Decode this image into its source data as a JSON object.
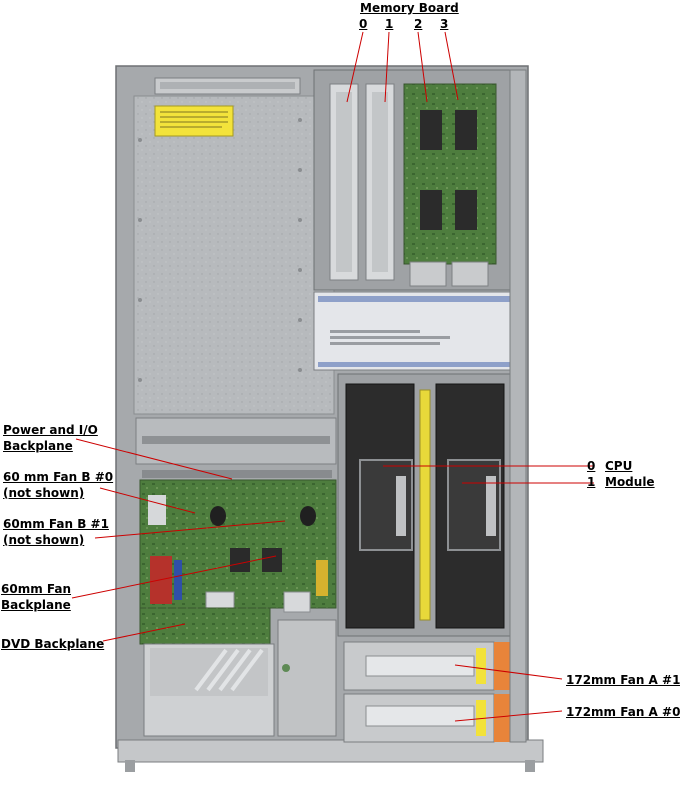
{
  "memory": {
    "title": "Memory Board",
    "slots": [
      "0",
      "1",
      "2",
      "3"
    ]
  },
  "callouts": {
    "power_io": [
      "Power and I/O",
      "Backplane"
    ],
    "fan_b0": [
      "60 mm Fan B #0",
      "(not shown)"
    ],
    "fan_b1": [
      "60mm Fan B #1",
      "(not shown)"
    ],
    "fan_backplane": [
      "60mm Fan",
      "Backplane"
    ],
    "dvd_backplane": "DVD Backplane",
    "cpu_index_0": "0",
    "cpu_index_1": "1",
    "cpu_word": "CPU",
    "module_word": "Module",
    "fan_a1": "172mm Fan A #1",
    "fan_a0": "172mm Fan A #0"
  },
  "colors": {
    "chassis": "#b9bcbf",
    "chassis_dark": "#8d9093",
    "pcb": "#4e7d3e",
    "fan_black": "#2c2c2c",
    "yellow": "#f2e23a",
    "orange": "#e8843a",
    "leader": "#cc0000"
  }
}
